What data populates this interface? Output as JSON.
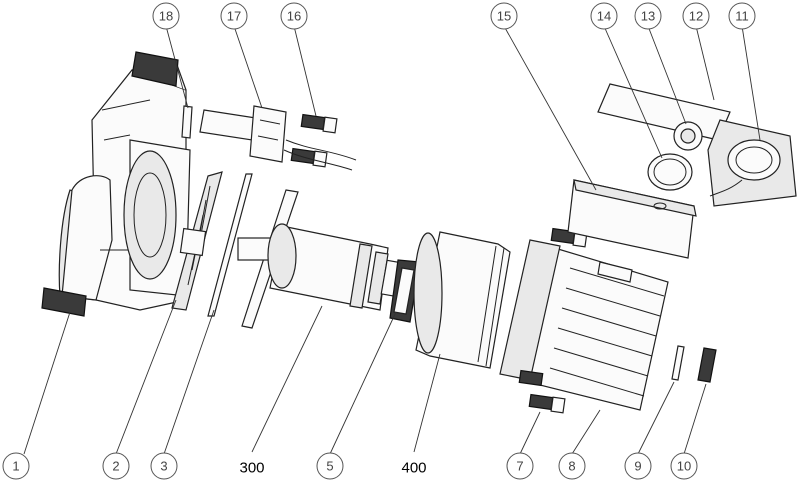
{
  "callouts": [
    {
      "id": "c1",
      "label": "1"
    },
    {
      "id": "c2",
      "label": "2"
    },
    {
      "id": "c3",
      "label": "3"
    },
    {
      "id": "c5",
      "label": "5"
    },
    {
      "id": "c7",
      "label": "7"
    },
    {
      "id": "c8",
      "label": "8"
    },
    {
      "id": "c9",
      "label": "9"
    },
    {
      "id": "c10",
      "label": "10"
    },
    {
      "id": "c11",
      "label": "11"
    },
    {
      "id": "c12",
      "label": "12"
    },
    {
      "id": "c13",
      "label": "13"
    },
    {
      "id": "c14",
      "label": "14"
    },
    {
      "id": "c15",
      "label": "15"
    },
    {
      "id": "c16",
      "label": "16"
    },
    {
      "id": "c17",
      "label": "17"
    },
    {
      "id": "c18",
      "label": "18"
    }
  ],
  "code_labels": [
    {
      "id": "m300",
      "label": "300"
    },
    {
      "id": "m400",
      "label": "400"
    }
  ]
}
